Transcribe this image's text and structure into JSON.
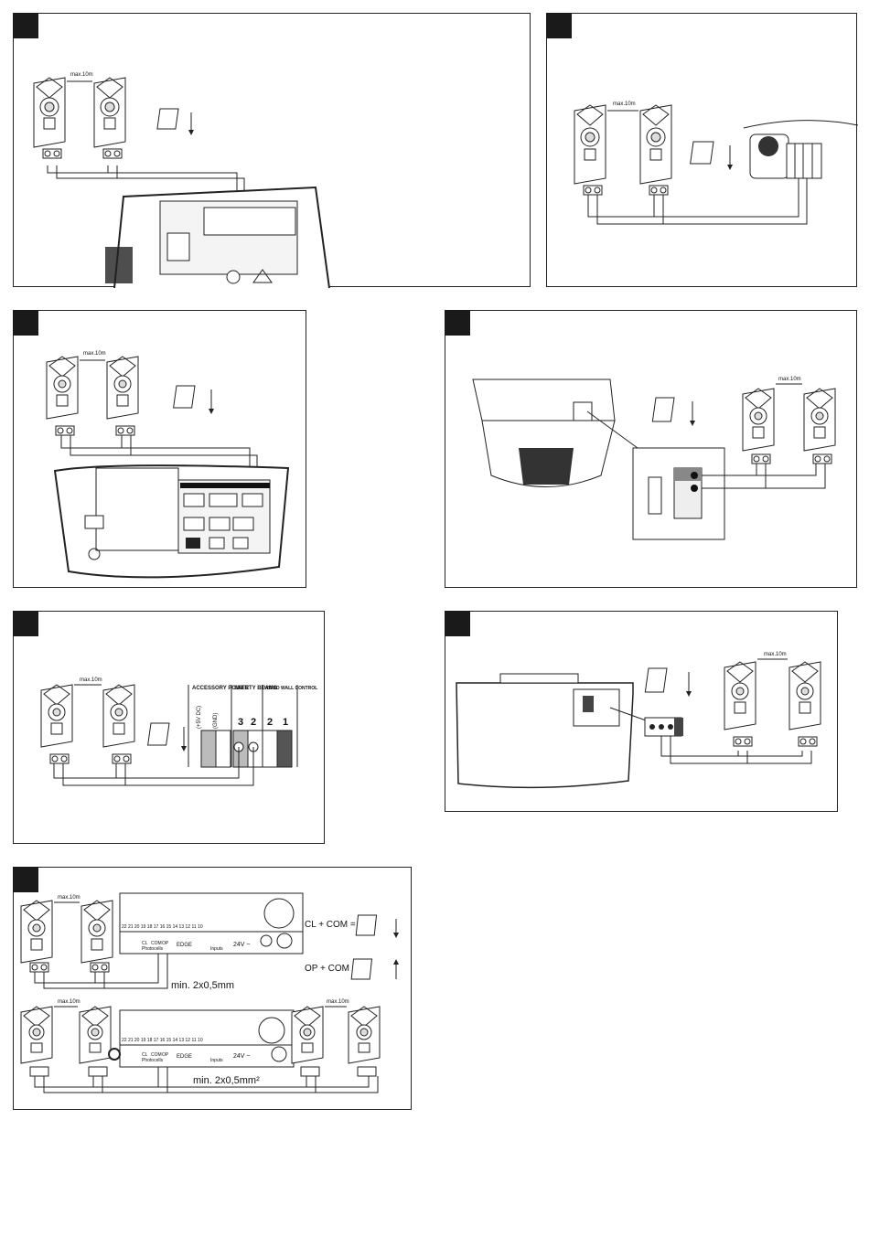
{
  "distance_label": "max.10m",
  "panel4": {
    "terminal_groups": [
      "ACCESSORY POWER",
      "SAFETY BEAMS",
      "WIRED WALL CONTROL"
    ],
    "terminal_sub": [
      "(+5V DC)",
      "(GND)"
    ],
    "terminal_numbers": [
      "3",
      "2",
      "2",
      "1"
    ]
  },
  "panel6": {
    "top_terminals": [
      "22",
      "21",
      "20",
      "19",
      "18",
      "17",
      "16",
      "15",
      "14",
      "13",
      "12",
      "11",
      "10"
    ],
    "photocells_label": "Photocells",
    "edge_label": "EDGE",
    "inputs_label": "Inputs",
    "voltage_label": "24V ~",
    "cl": "CL",
    "com": "COM",
    "op": "OP",
    "cl_com": "CL + COM =",
    "op_com": "OP + COM =",
    "cable1": "min. 2x0,5mm",
    "cable2": "min. 2x0,5mm²"
  }
}
